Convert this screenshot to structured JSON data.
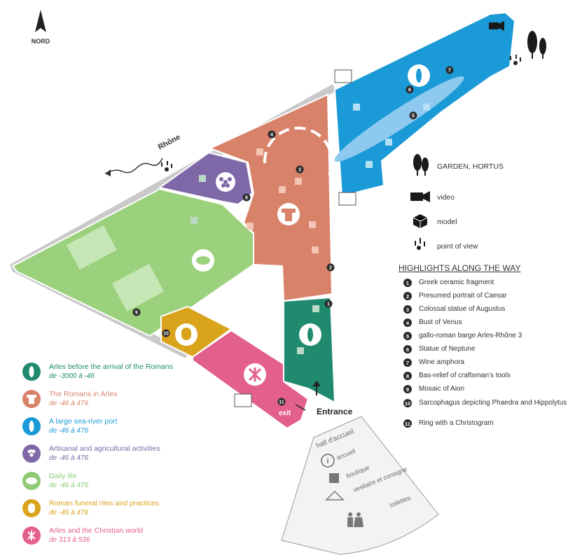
{
  "compass": {
    "label": "NORD"
  },
  "river": {
    "label": "Rhône"
  },
  "entrance": {
    "label": "Entrance"
  },
  "exit": {
    "label": "exit"
  },
  "hall": {
    "title": "hall d'accueil",
    "items": [
      "accueil",
      "boutique",
      "vestiaire et consigne",
      "toilettes"
    ]
  },
  "symbols": [
    {
      "icon": "trees-icon",
      "label": "GARDEN, HORTUS"
    },
    {
      "icon": "video-camera-icon",
      "label": "video"
    },
    {
      "icon": "model-cube-icon",
      "label": "model"
    },
    {
      "icon": "point-of-view-icon",
      "label": "point of view"
    }
  ],
  "highlights": {
    "title": "HIGHLIGHTS ALONG THE WAY",
    "items": [
      {
        "n": "1",
        "label": "Greek ceramic fragment"
      },
      {
        "n": "2",
        "label": "Presumed portrait of Caesar"
      },
      {
        "n": "3",
        "label": "Colossal statue of Augustus"
      },
      {
        "n": "4",
        "label": "Bust of Venus"
      },
      {
        "n": "5",
        "label": "gallo-roman barge Arles-Rhône 3"
      },
      {
        "n": "6",
        "label": "Statue of Neptune"
      },
      {
        "n": "7",
        "label": "Wine amphora"
      },
      {
        "n": "8",
        "label": "Bas-relief of craftsman's tools"
      },
      {
        "n": "9",
        "label": "Mosaic of Aion"
      },
      {
        "n": "10",
        "label": "Sarcophagus depicting Phaedra and Hippolytus"
      },
      {
        "n": "11",
        "label": "Ring with a Christogram"
      }
    ]
  },
  "legend": [
    {
      "title": "Arles before the arrival of the Romans",
      "dates": "de -3000 à -46",
      "color": "#1f8a6e",
      "icon": "amphora-icon"
    },
    {
      "title": "The Romans in Arles",
      "dates": "de -46 à 476",
      "color": "#d9826a",
      "icon": "column-capital-icon"
    },
    {
      "title": "A large sea-river port",
      "dates": "de -46 à 476",
      "color": "#1a9ad6",
      "icon": "amphora-icon"
    },
    {
      "title": "Artisanal and agricultural activities",
      "dates": "de -46 à 476",
      "color": "#7f68a8",
      "icon": "grapes-icon"
    },
    {
      "title": "Daily life",
      "dates": "de -46 à 476",
      "color": "#8fcb74",
      "icon": "mosaic-icon"
    },
    {
      "title": "Roman funeral rites and practices",
      "dates": "de -46 à 476",
      "color": "#d9a41b",
      "icon": "stele-icon"
    },
    {
      "title": "Arles and the Christian world",
      "dates": "de 313 à 536",
      "color": "#e3608d",
      "icon": "chi-rho-icon"
    }
  ],
  "map_markers": [
    "1",
    "2",
    "3",
    "4",
    "5",
    "6",
    "7",
    "8",
    "9",
    "10",
    "11"
  ]
}
